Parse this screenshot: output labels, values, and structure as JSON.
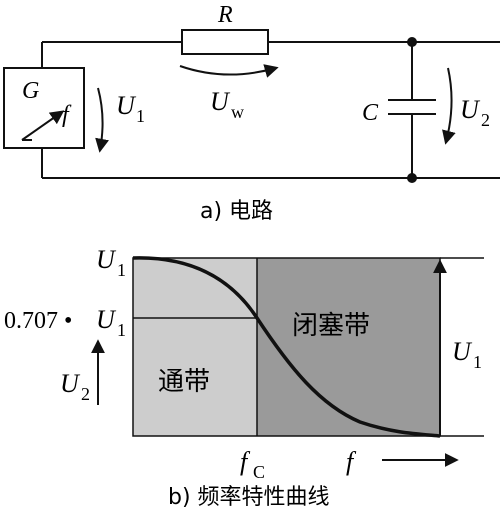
{
  "circuit": {
    "caption": "a) 电路",
    "source_label_G": "G",
    "source_label_f": "f",
    "resistor_label": "R",
    "capacitor_label": "C",
    "voltages": {
      "u1_base": "U",
      "u1_sub": "1",
      "uw_base": "U",
      "uw_sub": "w",
      "u2_base": "U",
      "u2_sub": "2"
    }
  },
  "graph": {
    "caption": "b) 频率特性曲线",
    "y_tick_top_base": "U",
    "y_tick_top_sub": "1",
    "y_tick_mid_prefix": "0.707 •",
    "y_tick_mid_base": "U",
    "y_tick_mid_sub": "1",
    "y_axis_label_base": "U",
    "y_axis_label_sub": "2",
    "right_label_base": "U",
    "right_label_sub": "1",
    "x_tick_base": "f",
    "x_tick_sub": "C",
    "x_axis_label": "f",
    "passband_label": "通带",
    "stopband_label": "闭塞带",
    "colors": {
      "passband": "#cdcdcd",
      "stopband": "#9a9a9a",
      "curve": "#111111"
    }
  }
}
